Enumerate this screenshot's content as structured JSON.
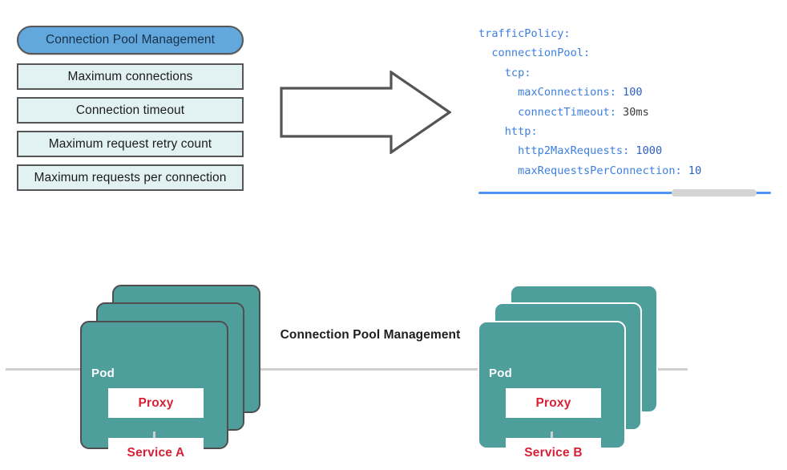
{
  "feature_list": {
    "header": {
      "label": "Connection Pool Management"
    },
    "items": [
      {
        "label": "Maximum connections"
      },
      {
        "label": "Connection timeout"
      },
      {
        "label": "Maximum request retry count"
      },
      {
        "label": "Maximum requests per connection"
      }
    ]
  },
  "arrow": {
    "icon": "right-arrow-icon",
    "direction": "right"
  },
  "yaml": {
    "lines": [
      {
        "indent": 0,
        "key": "trafficPolicy",
        "value": "",
        "value_kind": "none"
      },
      {
        "indent": 1,
        "key": "connectionPool",
        "value": "",
        "value_kind": "none"
      },
      {
        "indent": 2,
        "key": "tcp",
        "value": "",
        "value_kind": "none"
      },
      {
        "indent": 3,
        "key": "maxConnections",
        "value": "100",
        "value_kind": "number"
      },
      {
        "indent": 3,
        "key": "connectTimeout",
        "value": "30ms",
        "value_kind": "plain"
      },
      {
        "indent": 2,
        "key": "http",
        "value": "",
        "value_kind": "none"
      },
      {
        "indent": 3,
        "key": "http2MaxRequests",
        "value": "1000",
        "value_kind": "number"
      },
      {
        "indent": 3,
        "key": "maxRequestsPerConnection",
        "value": "10",
        "value_kind": "number"
      }
    ],
    "scrollbar": {
      "name": "horizontal-scrollbar",
      "track_color": "#4d94f5",
      "thumb_color": "#d4d4d4"
    }
  },
  "diagram": {
    "caption": "Connection Pool Management",
    "left_pod": {
      "pod_label": "Pod",
      "proxy_label": "Proxy",
      "service_label": "Service A",
      "card_count": 3,
      "border_style": "dark"
    },
    "right_pod": {
      "pod_label": "Pod",
      "proxy_label": "Proxy",
      "service_label": "Service B",
      "card_count": 3,
      "border_style": "light"
    },
    "flow": {
      "icon": "arrowhead-right-icon",
      "line_color": "#cfcfcf"
    }
  },
  "colors": {
    "accent_blue": "#62a8dd",
    "panel_cyan": "#e2f2f2",
    "outline_gray": "#565656",
    "pod_teal": "#4e9e9c",
    "label_red": "#d71f36",
    "yaml_blue": "#3d7fe0"
  }
}
